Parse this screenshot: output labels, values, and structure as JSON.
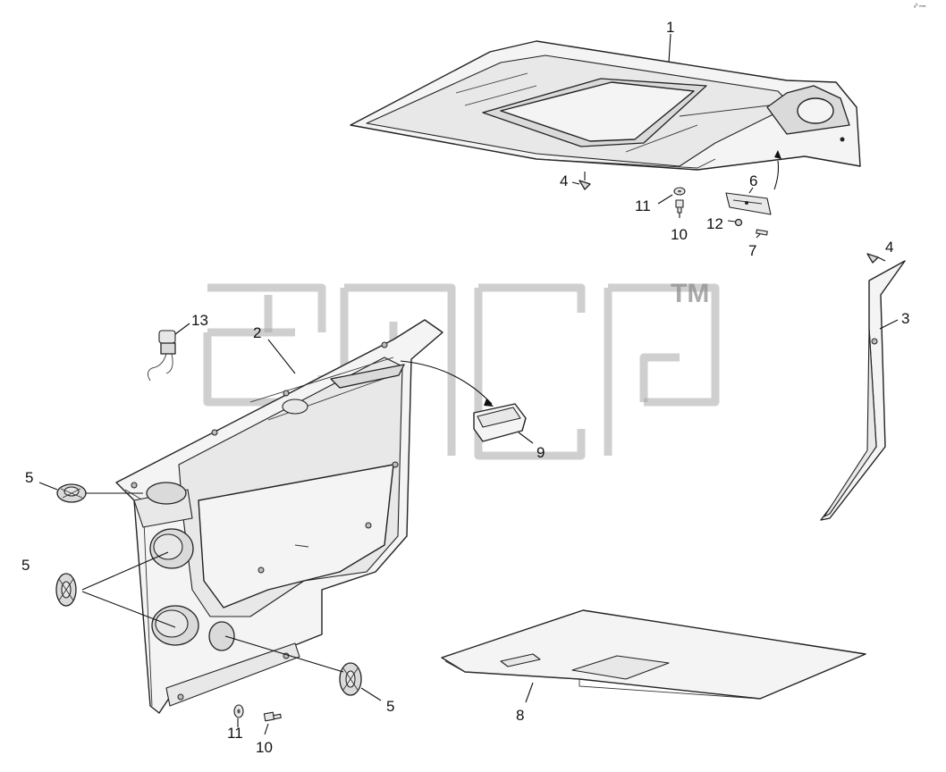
{
  "watermark": {
    "trademark": "TM"
  },
  "corner_mark": "ₐᵇ ₘₘ",
  "callouts": [
    {
      "id": "c1",
      "label": "1"
    },
    {
      "id": "c2",
      "label": "2"
    },
    {
      "id": "c3",
      "label": "3"
    },
    {
      "id": "c4a",
      "label": "4"
    },
    {
      "id": "c4b",
      "label": "4"
    },
    {
      "id": "c5a",
      "label": "5"
    },
    {
      "id": "c5b",
      "label": "5"
    },
    {
      "id": "c5c",
      "label": "5"
    },
    {
      "id": "c6",
      "label": "6"
    },
    {
      "id": "c7",
      "label": "7"
    },
    {
      "id": "c8",
      "label": "8"
    },
    {
      "id": "c9",
      "label": "9"
    },
    {
      "id": "c10a",
      "label": "10"
    },
    {
      "id": "c10b",
      "label": "10"
    },
    {
      "id": "c11a",
      "label": "11"
    },
    {
      "id": "c11b",
      "label": "11"
    },
    {
      "id": "c12",
      "label": "12"
    },
    {
      "id": "c13",
      "label": "13"
    }
  ]
}
